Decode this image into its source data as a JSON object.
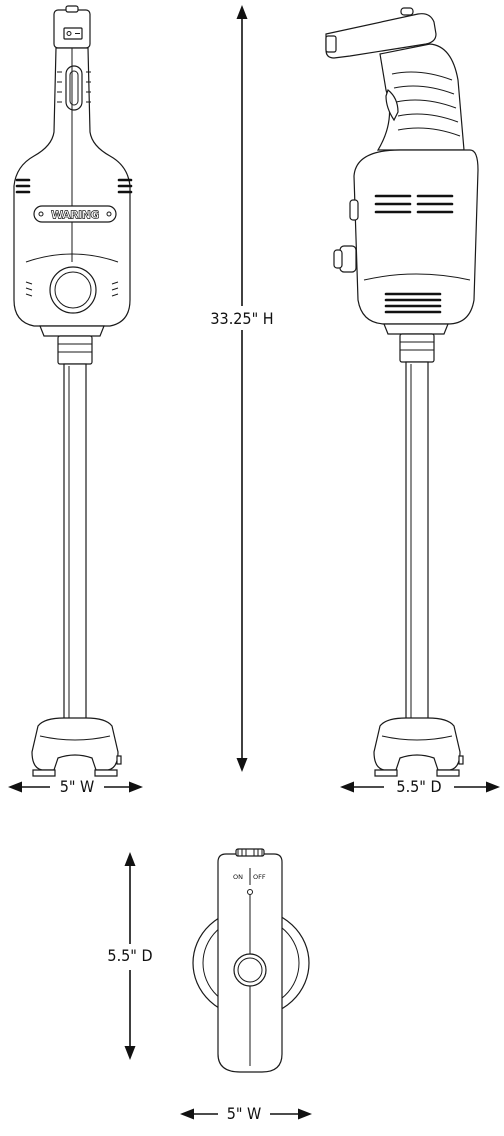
{
  "dimensions": {
    "height": "33.25\" H",
    "front_width": "5\" W",
    "side_depth": "5.5\" D",
    "top_depth": "5.5\" D",
    "top_width": "5\" W"
  },
  "front_view": {
    "brand": "WARING"
  },
  "top_view": {
    "switch_on": "ON",
    "switch_off": "OFF"
  },
  "colors": {
    "line": "#1a1a1a",
    "background": "#ffffff"
  }
}
